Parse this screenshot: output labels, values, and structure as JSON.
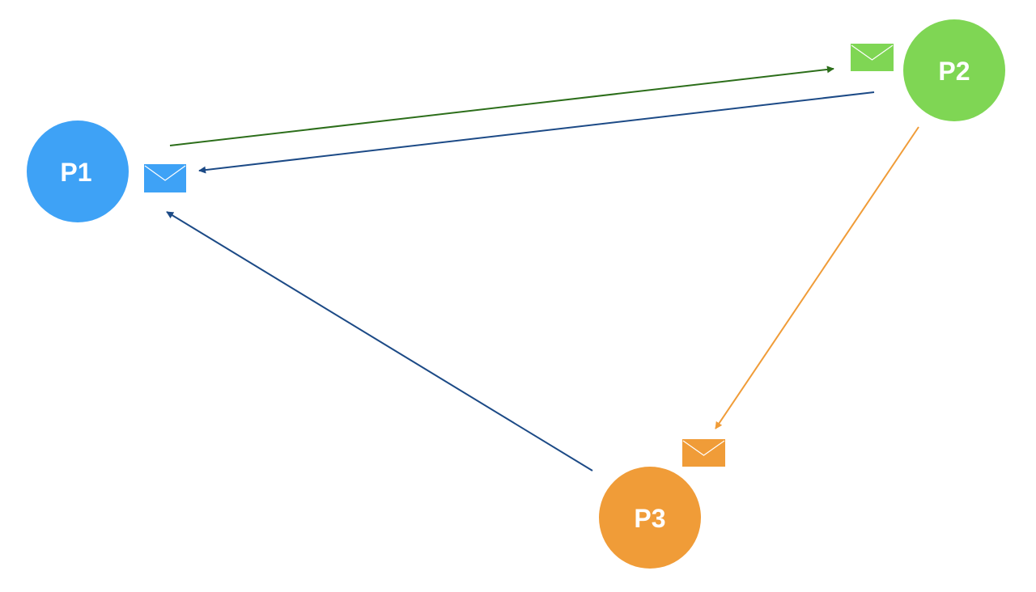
{
  "diagram": {
    "nodes": [
      {
        "id": "p1",
        "label": "P1",
        "color": "#3ea2f6"
      },
      {
        "id": "p2",
        "label": "P2",
        "color": "#7fd654"
      },
      {
        "id": "p3",
        "label": "P3",
        "color": "#f09c38"
      }
    ],
    "edges": [
      {
        "from": "p1",
        "to": "p2",
        "color": "#2c6e1a"
      },
      {
        "from": "p2",
        "to": "p1",
        "color": "#1c4a86"
      },
      {
        "from": "p2",
        "to": "p3",
        "color": "#f09c38"
      },
      {
        "from": "p3",
        "to": "p1",
        "color": "#1c4a86"
      }
    ],
    "messages": [
      {
        "at": "p1",
        "color": "#3ea2f6",
        "icon": "envelope-icon"
      },
      {
        "at": "p2",
        "color": "#7fd654",
        "icon": "envelope-icon"
      },
      {
        "at": "p3",
        "color": "#f09c38",
        "icon": "envelope-icon"
      }
    ]
  }
}
